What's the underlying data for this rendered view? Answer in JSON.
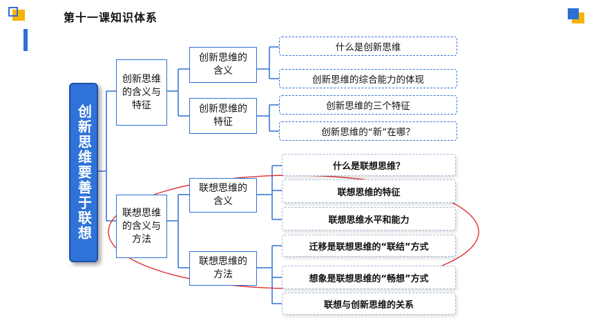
{
  "slide_title": "第十一课知识体系",
  "root": {
    "label": "创新思维要善于联想"
  },
  "branches": [
    {
      "label": "创新思维的含义与特征",
      "children": [
        {
          "label": "创新思维的含义",
          "leaves": [
            "什么是创新思维",
            "创新思维的综合能力的体现"
          ]
        },
        {
          "label": "创新思维的特征",
          "leaves": [
            "创新思维的三个特征",
            "创新思维的“新”在哪？"
          ]
        }
      ]
    },
    {
      "label": "联想思维的含义与方法",
      "children": [
        {
          "label": "联想思维的含义",
          "leaves": [
            "什么是联想思维？",
            "联想思维的特征",
            "联想思维水平和能力"
          ]
        },
        {
          "label": "联想思维的方法",
          "leaves": [
            "迁移是联想思维的“联结”方式",
            "想象是联想思维的“畅想”方式",
            "联想与创新思维的关系"
          ]
        }
      ]
    }
  ],
  "colors": {
    "accent": "#2e6fd6",
    "highlight_ellipse": "#e03030",
    "deco_yellow": "#f5b400"
  }
}
